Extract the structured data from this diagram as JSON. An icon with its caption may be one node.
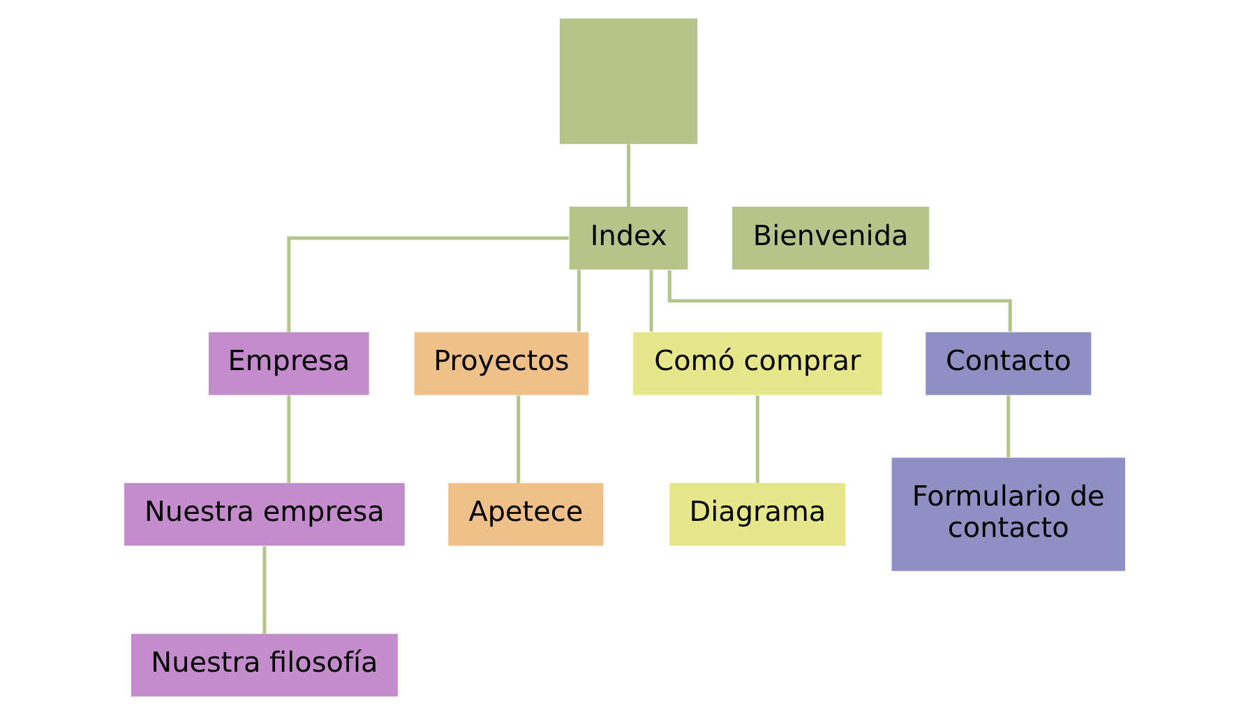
{
  "diagram": {
    "nodes": [
      {
        "text": [],
        "shape": "box"
      },
      {
        "text": [
          "Index"
        ]
      },
      {
        "text": [
          "Bienvenida"
        ]
      },
      {
        "text": [
          "Empresa"
        ]
      },
      {
        "text": [
          "Proyectos"
        ]
      },
      {
        "text": [
          "Comó comprar"
        ]
      },
      {
        "text": [
          "Contacto"
        ]
      },
      {
        "text": [
          "Nuestra empresa"
        ]
      },
      {
        "text": [
          "Apetece"
        ]
      },
      {
        "text": [
          "Diagrama"
        ]
      },
      {
        "text": [
          "Formulario de contacto"
        ]
      },
      {
        "text": [
          "Nuestra filosofía"
        ]
      }
    ],
    "edges": [
      {
        "from": 0,
        "to": 1,
        "arrow": "none"
      },
      {
        "from": 1,
        "to": 3,
        "arrow": "none"
      },
      {
        "from": 1,
        "to": 4,
        "arrow": "none"
      },
      {
        "from": 1,
        "to": 5,
        "arrow": "none"
      },
      {
        "from": 1,
        "to": 6,
        "arrow": "none"
      },
      {
        "from": 3,
        "to": 7,
        "arrow": "none"
      },
      {
        "from": 7,
        "to": 11,
        "arrow": "none"
      },
      {
        "from": 4,
        "to": 8,
        "arrow": "none"
      },
      {
        "from": 5,
        "to": 9,
        "arrow": "none"
      },
      {
        "from": 6,
        "to": 10,
        "arrow": "none"
      }
    ]
  }
}
